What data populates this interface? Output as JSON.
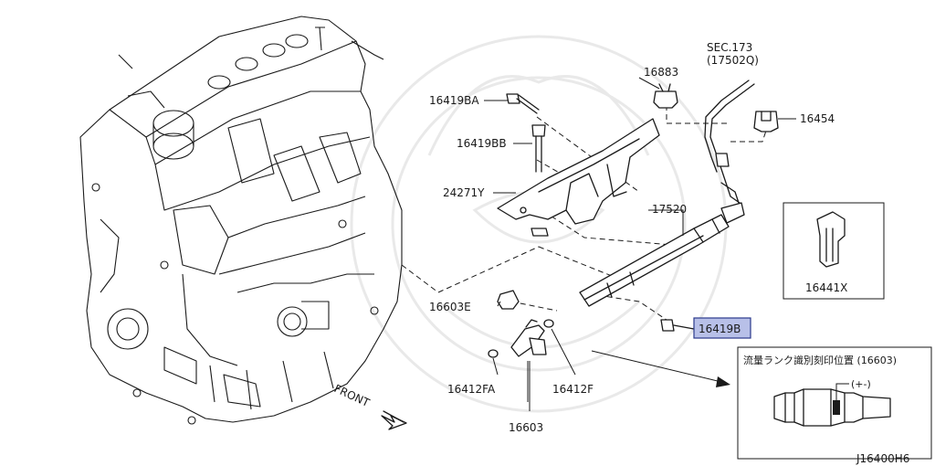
{
  "diagram": {
    "labels": {
      "sec": "SEC.173",
      "sec_sub": "(17502Q)",
      "p16883": "16883",
      "p16454": "16454",
      "p16419BA": "16419BA",
      "p16419BB": "16419BB",
      "p24271Y": "24271Y",
      "p17520": "17520",
      "p16441X": "16441X",
      "p16603E": "16603E",
      "p16419B": "16419B",
      "p16412FA": "16412FA",
      "p16412F": "16412F",
      "p16603": "16603",
      "front": "FRONT",
      "inset_title": "流量ランク識別刻印位置 (16603)",
      "inset_mark": "(+-)",
      "diagram_code": "J16400H6"
    },
    "colors": {
      "highlight_fill": "#b8c0e8",
      "highlight_stroke": "#2b3a8c",
      "line": "#1a1a1a",
      "watermark": "#e9e9e9"
    }
  }
}
